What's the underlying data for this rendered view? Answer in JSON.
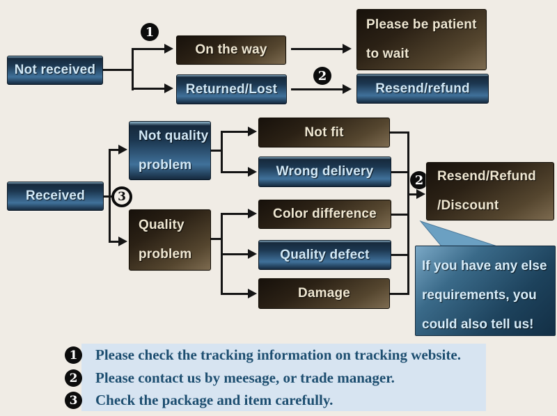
{
  "colors": {
    "background": "#f0ece5",
    "blue_box": "#2c5578",
    "brown_box": "#55462f",
    "bubble_blue": "#3a6a89",
    "legend_band": "#d7e4f1",
    "legend_text": "#1d4e70",
    "connector": "#141414"
  },
  "flowchart": {
    "nodes": {
      "not_received": {
        "label": "Not received"
      },
      "on_the_way": {
        "label": "On the way"
      },
      "returned_lost": {
        "label": "Returned/Lost"
      },
      "be_patient": {
        "lines": [
          "Please be patient",
          "to wait"
        ]
      },
      "resend_refund": {
        "label": "Resend/refund"
      },
      "received": {
        "label": "Received"
      },
      "not_quality_problem": {
        "lines": [
          "Not quality",
          "problem"
        ]
      },
      "quality_problem": {
        "lines": [
          "Quality",
          "problem"
        ]
      },
      "not_fit": {
        "label": "Not fit"
      },
      "wrong_delivery": {
        "label": "Wrong delivery"
      },
      "color_difference": {
        "label": "Color difference"
      },
      "quality_defect": {
        "label": "Quality defect"
      },
      "damage": {
        "label": "Damage"
      },
      "resend_refund_discount": {
        "lines": [
          "Resend/Refund",
          "/Discount"
        ]
      },
      "bubble": {
        "lines": [
          "If you have any else",
          "requirements, you",
          "could also tell us!"
        ]
      }
    },
    "markers": {
      "step1": "1",
      "step2_top": "2",
      "step3": "3",
      "step2_right": "2"
    }
  },
  "legend": {
    "items": [
      {
        "num": "1",
        "text": "Please check the tracking information on tracking website."
      },
      {
        "num": "2",
        "text": "Please contact us by meesage, or trade manager."
      },
      {
        "num": "3",
        "text": "Check the package and item carefully."
      }
    ]
  }
}
